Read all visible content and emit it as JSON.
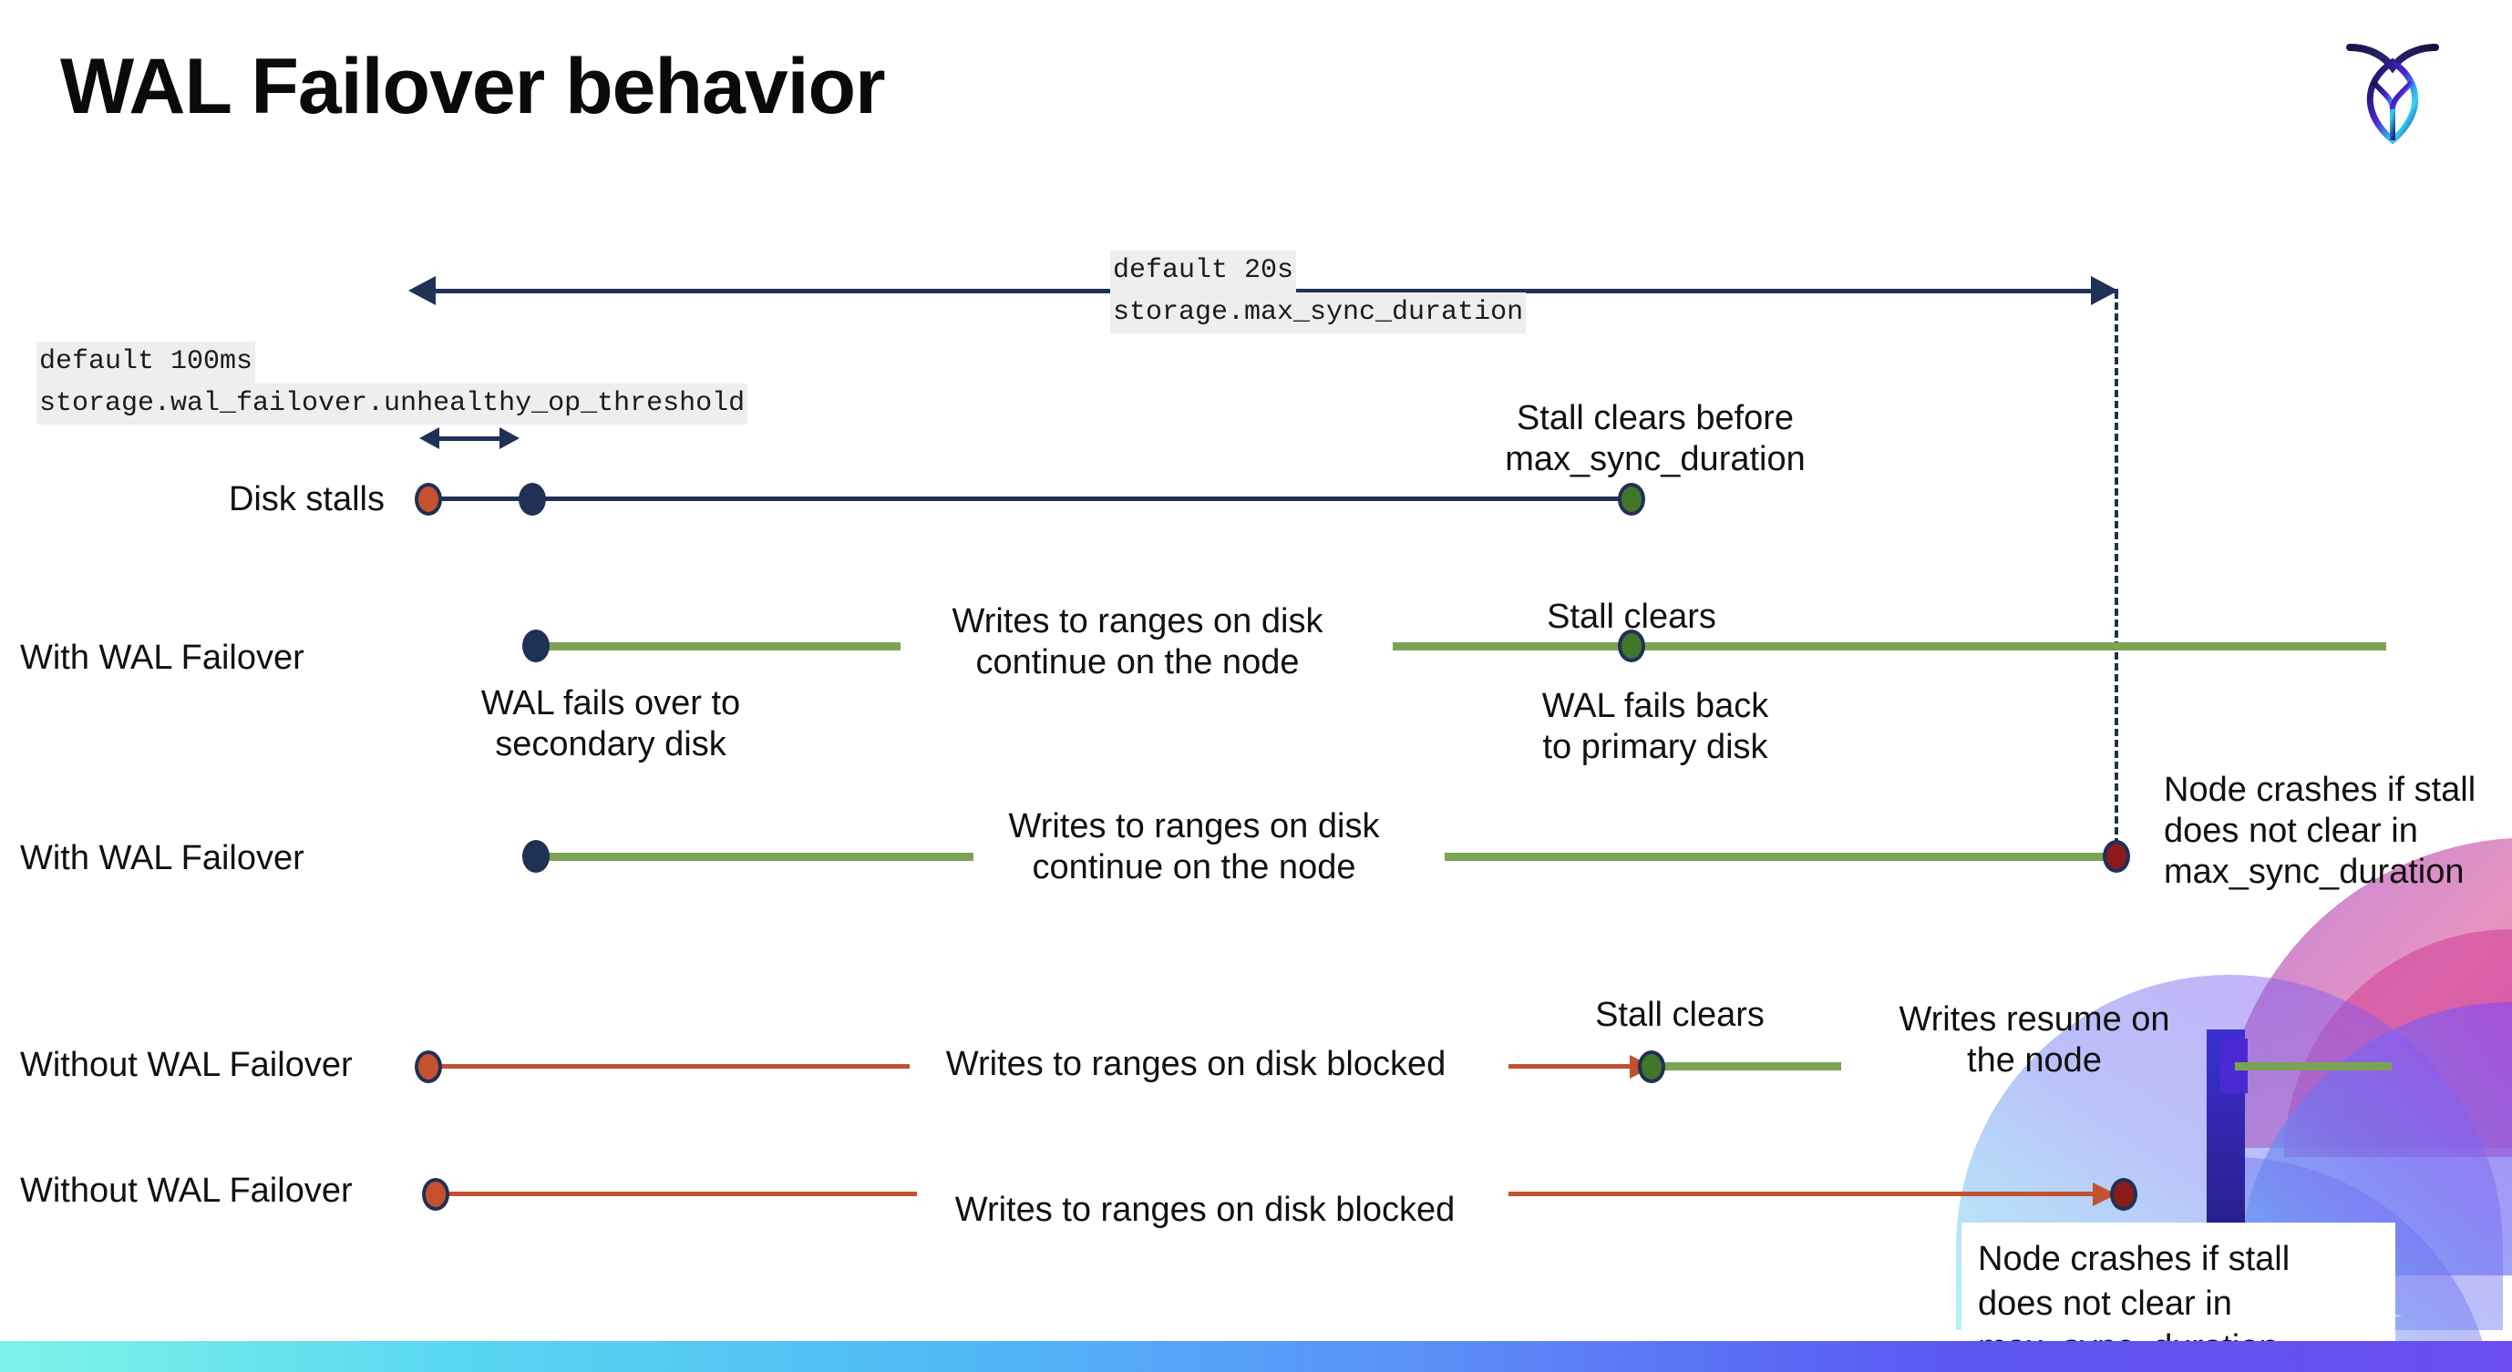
{
  "slide": {
    "title": "WAL Failover behavior",
    "logo_name": "cockroachdb-logo"
  },
  "colors": {
    "navy": "#1f3154",
    "orange_marker": "#c5512e",
    "orange_line": "#c0522f",
    "green_marker": "#41762a",
    "green_line": "#7ba354",
    "dark_red_marker": "#8b1a18",
    "code_bg": "#eeeeee",
    "bottom_bar_start": "#7df3e8",
    "bottom_bar_end": "#6b4df0"
  },
  "annotations": {
    "max_sync": {
      "default": "default 20s",
      "setting": "storage.max_sync_duration"
    },
    "unhealthy_threshold": {
      "default": "default 100ms",
      "setting": "storage.wal_failover.unhealthy_op_threshold"
    }
  },
  "rows": [
    {
      "id": "disk-stalls",
      "label": "Disk stalls",
      "note_stall_clears_before": "Stall clears before\nmax_sync_duration"
    },
    {
      "id": "with-wal-failover-1",
      "label": "With WAL Failover",
      "note_writes": "Writes to ranges on disk\ncontinue on the node",
      "note_stall_clears": "Stall clears",
      "note_failover": "WAL fails over to\nsecondary disk",
      "note_failback": "WAL fails  back\nto primary disk"
    },
    {
      "id": "with-wal-failover-2",
      "label": "With WAL Failover",
      "note_writes": "Writes to ranges on disk\ncontinue on the node",
      "note_crash": "Node crashes if stall\ndoes not clear in\nmax_sync_duration"
    },
    {
      "id": "without-wal-failover-1",
      "label": "Without WAL Failover",
      "note_blocked": "Writes to ranges on disk  blocked",
      "note_stall_clears": "Stall clears",
      "note_resume": "Writes resume on\nthe node"
    },
    {
      "id": "without-wal-failover-2",
      "label": "Without WAL Failover",
      "note_blocked": "Writes to ranges on disk  blocked",
      "note_crash": "Node crashes if stall\ndoes not clear in\nmax_sync_duration"
    }
  ],
  "icons": {
    "stall_start": "red-dot-marker",
    "failover_point": "navy-dot-marker",
    "stall_clear": "green-dot-marker",
    "node_crash": "dark-red-dot-marker"
  }
}
